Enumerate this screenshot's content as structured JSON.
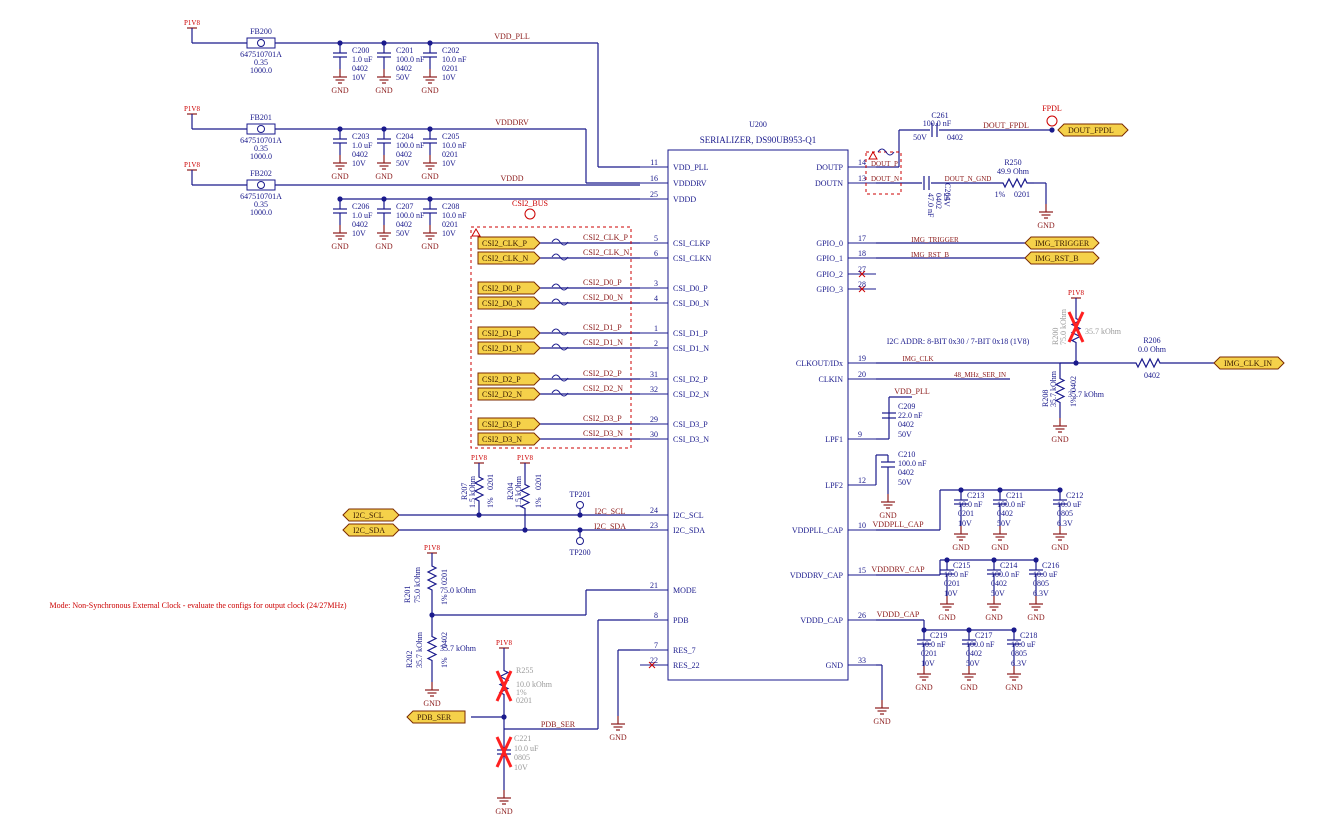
{
  "ic": {
    "refdes": "U200",
    "title": "SERIALIZER, DS90UB953-Q1",
    "left_pins": [
      {
        "num": "11",
        "name": "VDD_PLL"
      },
      {
        "num": "16",
        "name": "VDDDRV"
      },
      {
        "num": "25",
        "name": "VDDD"
      },
      {
        "num": "5",
        "name": "CSI_CLKP"
      },
      {
        "num": "6",
        "name": "CSI_CLKN"
      },
      {
        "num": "3",
        "name": "CSI_D0_P"
      },
      {
        "num": "4",
        "name": "CSI_D0_N"
      },
      {
        "num": "1",
        "name": "CSI_D1_P"
      },
      {
        "num": "2",
        "name": "CSI_D1_N"
      },
      {
        "num": "31",
        "name": "CSI_D2_P"
      },
      {
        "num": "32",
        "name": "CSI_D2_N"
      },
      {
        "num": "29",
        "name": "CSI_D3_P"
      },
      {
        "num": "30",
        "name": "CSI_D3_N"
      },
      {
        "num": "24",
        "name": "I2C_SCL"
      },
      {
        "num": "23",
        "name": "I2C_SDA"
      },
      {
        "num": "21",
        "name": "MODE"
      },
      {
        "num": "8",
        "name": "PDB"
      },
      {
        "num": "7",
        "name": "RES_7"
      },
      {
        "num": "22",
        "name": "RES_22"
      }
    ],
    "right_pins": [
      {
        "num": "14",
        "name": "DOUTP"
      },
      {
        "num": "13",
        "name": "DOUTN"
      },
      {
        "num": "17",
        "name": "GPIO_0"
      },
      {
        "num": "18",
        "name": "GPIO_1"
      },
      {
        "num": "27",
        "name": "GPIO_2"
      },
      {
        "num": "28",
        "name": "GPIO_3"
      },
      {
        "num": "19",
        "name": "CLKOUT/IDx"
      },
      {
        "num": "20",
        "name": "CLKIN"
      },
      {
        "num": "9",
        "name": "LPF1"
      },
      {
        "num": "12",
        "name": "LPF2"
      },
      {
        "num": "10",
        "name": "VDDPLL_CAP"
      },
      {
        "num": "15",
        "name": "VDDDRV_CAP"
      },
      {
        "num": "26",
        "name": "VDDD_CAP"
      },
      {
        "num": "33",
        "name": "GND"
      }
    ]
  },
  "power": {
    "p1v8": "P1V8",
    "gnd": "GND"
  },
  "ferrites": [
    {
      "ref": "FB200",
      "part": "647510701A",
      "v1": "0.35",
      "v2": "1000.0"
    },
    {
      "ref": "FB201",
      "part": "647510701A",
      "v1": "0.35",
      "v2": "1000.0"
    },
    {
      "ref": "FB202",
      "part": "647510701A",
      "v1": "0.35",
      "v2": "1000.0"
    }
  ],
  "rail_nets": [
    "VDD_PLL",
    "VDDDRV",
    "VDDD"
  ],
  "caps_left": [
    {
      "ref": "C200",
      "val": "1.0 uF",
      "pkg": "0402",
      "v": "10V"
    },
    {
      "ref": "C201",
      "val": "100.0 nF",
      "pkg": "0402",
      "v": "50V"
    },
    {
      "ref": "C202",
      "val": "10.0 nF",
      "pkg": "0201",
      "v": "10V"
    },
    {
      "ref": "C203",
      "val": "1.0 uF",
      "pkg": "0402",
      "v": "10V"
    },
    {
      "ref": "C204",
      "val": "100.0 nF",
      "pkg": "0402",
      "v": "50V"
    },
    {
      "ref": "C205",
      "val": "10.0 nF",
      "pkg": "0201",
      "v": "10V"
    },
    {
      "ref": "C206",
      "val": "1.0 uF",
      "pkg": "0402",
      "v": "10V"
    },
    {
      "ref": "C207",
      "val": "100.0 nF",
      "pkg": "0402",
      "v": "50V"
    },
    {
      "ref": "C208",
      "val": "10.0 nF",
      "pkg": "0201",
      "v": "10V"
    }
  ],
  "csi": {
    "bus_label": "CSI2_BUS",
    "ports": [
      "CSI2_CLK_P",
      "CSI2_CLK_N",
      "CSI2_D0_P",
      "CSI2_D0_N",
      "CSI2_D1_P",
      "CSI2_D1_N",
      "CSI2_D2_P",
      "CSI2_D2_N",
      "CSI2_D3_P",
      "CSI2_D3_N"
    ],
    "nets": [
      "CSI2_CLK_P",
      "CSI2_CLK_N",
      "CSI2_D0_P",
      "CSI2_D0_N",
      "CSI2_D1_P",
      "CSI2_D1_N",
      "CSI2_D2_P",
      "CSI2_D2_N",
      "CSI2_D3_P",
      "CSI2_D3_N"
    ]
  },
  "i2c": {
    "scl_port": "I2C_SCL",
    "sda_port": "I2C_SDA",
    "scl_net": "I2C_SCL",
    "sda_net": "I2C_SDA",
    "tp_scl": "TP201",
    "tp_sda": "TP200",
    "r207": {
      "ref": "R207",
      "val": "1.5 kOhm",
      "pkg": "0201",
      "tol": "1%"
    },
    "r204": {
      "ref": "R204",
      "val": "1.5 kOhm",
      "pkg": "0201",
      "tol": "1%"
    }
  },
  "mode": {
    "note": "Mode: Non-Synchronous External Clock - evaluate the configs for output clock (24/27MHz)",
    "r201": {
      "ref": "R201",
      "val": "75.0 kOhm",
      "pkg": "0201",
      "tol": "1%",
      "alt": "75.0 kOhm"
    },
    "r202": {
      "ref": "R202",
      "val": "35.7 kOhm",
      "pkg": "0402",
      "tol": "1%",
      "alt": "35.7 kOhm"
    }
  },
  "pdb": {
    "port": "PDB_SER",
    "net": "PDB_SER",
    "r255": {
      "ref": "R255",
      "val": "10.0 kOhm",
      "tol": "1%",
      "pkg": "0201"
    },
    "c221": {
      "ref": "C221",
      "val": "10.0 uF",
      "pkg": "0805",
      "v": "10V"
    }
  },
  "fpd": {
    "marker": "FPDL",
    "port": "DOUT_FPDL",
    "net_p": "DOUT_FPDL",
    "net_n": "DOUT_N_GND",
    "pinlabel_p": "DOUT_P",
    "pinlabel_n": "DOUT_N",
    "c261": {
      "ref": "C261",
      "val": "100.0 nF",
      "v": "50V",
      "pkg": "0402"
    },
    "c264": {
      "ref": "C264",
      "val": "47.0 nF",
      "pkg": "0402",
      "v": "25V"
    },
    "r250": {
      "ref": "R250",
      "val": "49.9 Ohm",
      "tol": "1%",
      "pkg": "0201"
    }
  },
  "gpio": {
    "trig_net": "IMG_TRIGGER",
    "trig_port": "IMG_TRIGGER",
    "rst_net": "IMG_RST_B",
    "rst_port": "IMG_RST_B"
  },
  "clk": {
    "addr_note": "I2C ADDR: 8-BIT 0x30 / 7-BIT 0x18 (1V8)",
    "clk_net": "IMG_CLK",
    "clkin_net": "48_MHz_SER_IN",
    "out_port": "IMG_CLK_IN",
    "r206": {
      "ref": "R206",
      "val": "0.0 Ohm",
      "pkg": "0402"
    },
    "r208": {
      "ref": "R208",
      "val": "35.7 kOhm",
      "pkg": "0402",
      "tol": "1%",
      "alt": "35.7 kOhm"
    },
    "r200": {
      "ref": "R200",
      "val": "75.0 kOhm",
      "alt": "35.7 kOhm"
    }
  },
  "lpf": {
    "net": "VDD_PLL",
    "c209": {
      "ref": "C209",
      "val": "22.0 nF",
      "pkg": "0402",
      "v": "50V"
    },
    "c210": {
      "ref": "C210",
      "val": "100.0 nF",
      "pkg": "0402",
      "v": "50V"
    }
  },
  "caps_right": {
    "vddpll_net": "VDDPLL_CAP",
    "vdddrv_net": "VDDDRV_CAP",
    "vddd_net": "VDDD_CAP",
    "list": [
      {
        "ref": "C213",
        "val": "10.0 nF",
        "pkg": "0201",
        "v": "10V"
      },
      {
        "ref": "C211",
        "val": "100.0 nF",
        "pkg": "0402",
        "v": "50V"
      },
      {
        "ref": "C212",
        "val": "10.0 uF",
        "pkg": "0805",
        "v": "6.3V"
      },
      {
        "ref": "C215",
        "val": "10.0 nF",
        "pkg": "0201",
        "v": "10V"
      },
      {
        "ref": "C214",
        "val": "100.0 nF",
        "pkg": "0402",
        "v": "50V"
      },
      {
        "ref": "C216",
        "val": "10.0 uF",
        "pkg": "0805",
        "v": "6.3V"
      },
      {
        "ref": "C219",
        "val": "10.0 nF",
        "pkg": "0201",
        "v": "10V"
      },
      {
        "ref": "C217",
        "val": "100.0 nF",
        "pkg": "0402",
        "v": "50V"
      },
      {
        "ref": "C218",
        "val": "10.0 uF",
        "pkg": "0805",
        "v": "6.3V"
      }
    ]
  }
}
